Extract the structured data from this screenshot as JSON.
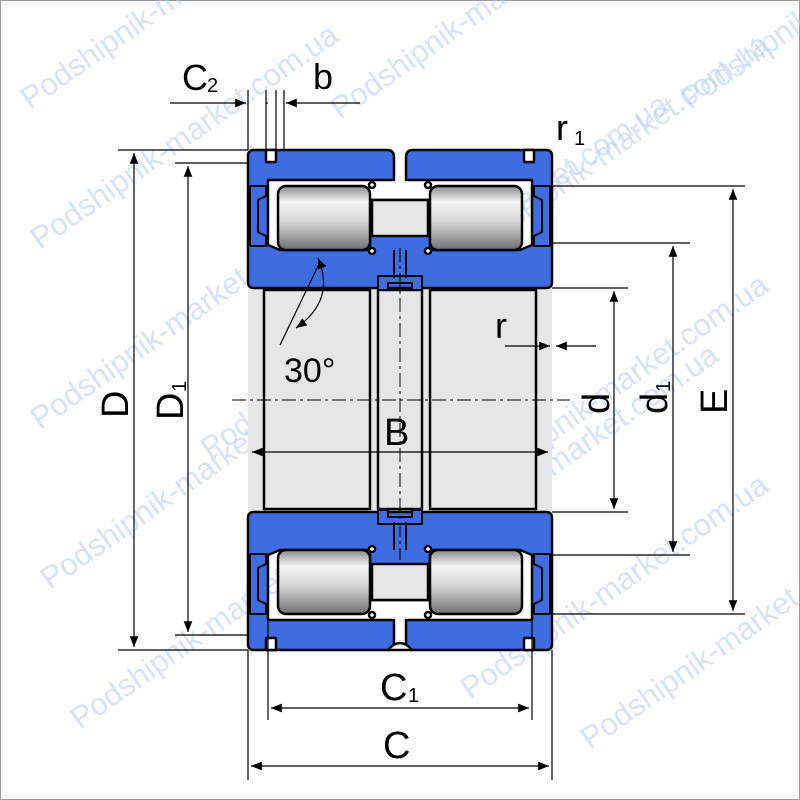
{
  "watermark": "Podshipnik-market.com.ua",
  "colors": {
    "ring": "#3d6de0",
    "ring_outline": "#000000",
    "bore_fill": "#e6e6e6",
    "roller_light": "#f2f2f2",
    "roller_dark": "#7a7a7a",
    "line": "#000000",
    "watermark": "#b7cdf3"
  },
  "labels": {
    "C2": "C",
    "C2_sub": "2",
    "b": "b",
    "r1": "r",
    "r1_sub": "1",
    "D": "D",
    "D1": "D",
    "D1_sub": "1",
    "angle": "30°",
    "r": "r",
    "B": "B",
    "d": "d",
    "d1": "d",
    "d1_sub": "1",
    "E": "E",
    "C1": "C",
    "C1_sub": "1",
    "C": "C"
  }
}
